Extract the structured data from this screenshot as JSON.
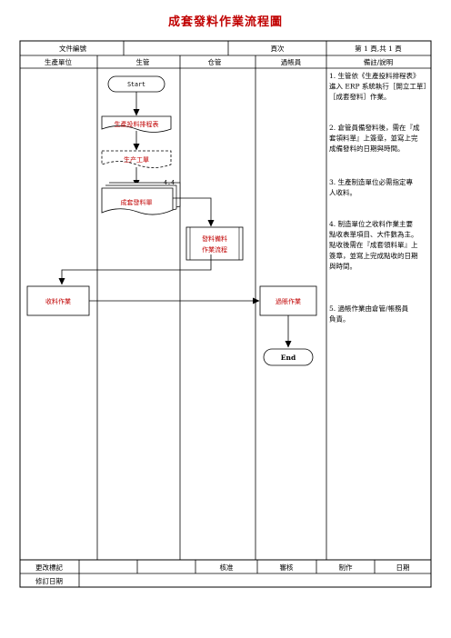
{
  "title": "成套發料作業流程圖",
  "header": {
    "doc_no_label": "文件編號",
    "page_label": "頁次",
    "page_value": "第 1 頁,共 1 頁"
  },
  "lanes": [
    "生產單位",
    "生管",
    "仓管",
    "過帳員",
    "備註/說明"
  ],
  "flow": {
    "start": "Start",
    "schedule": "生產投料排程表",
    "work_order": "生产工單",
    "multi_mark": "4.4",
    "kit_issue": "成套發料單",
    "warehouse_line1": "發料備料",
    "warehouse_line2": "作業流程",
    "receive": "收料作業",
    "post": "過賬作業",
    "end": "End"
  },
  "notes": [
    [
      "1.  生管依《生產投料排程表》",
      "進入 ERP 系統執行［開立工單］",
      "［成套發料］作業。"
    ],
    [
      "2.  倉管員備發料後，需在『成",
      "套領料單』上簽章，並寫上完",
      "成備發料的日期與時間。"
    ],
    [
      "3.  生產制造單位必需指定專",
      "人收料。"
    ],
    [
      "4.  制造單位之收料作業主要",
      "點收表單項目、大件數為主。",
      "點收後需在『成套領料單』上",
      "簽章，並寫上完成點收的日期",
      "與時間。"
    ],
    [
      "5.  過帳作業由倉管/帳務員",
      "負責。"
    ]
  ],
  "footer": {
    "change_mark": "更改標記",
    "approve": "核准",
    "review": "審核",
    "make": "制作",
    "date": "日期",
    "revise_date": "修訂日期"
  }
}
